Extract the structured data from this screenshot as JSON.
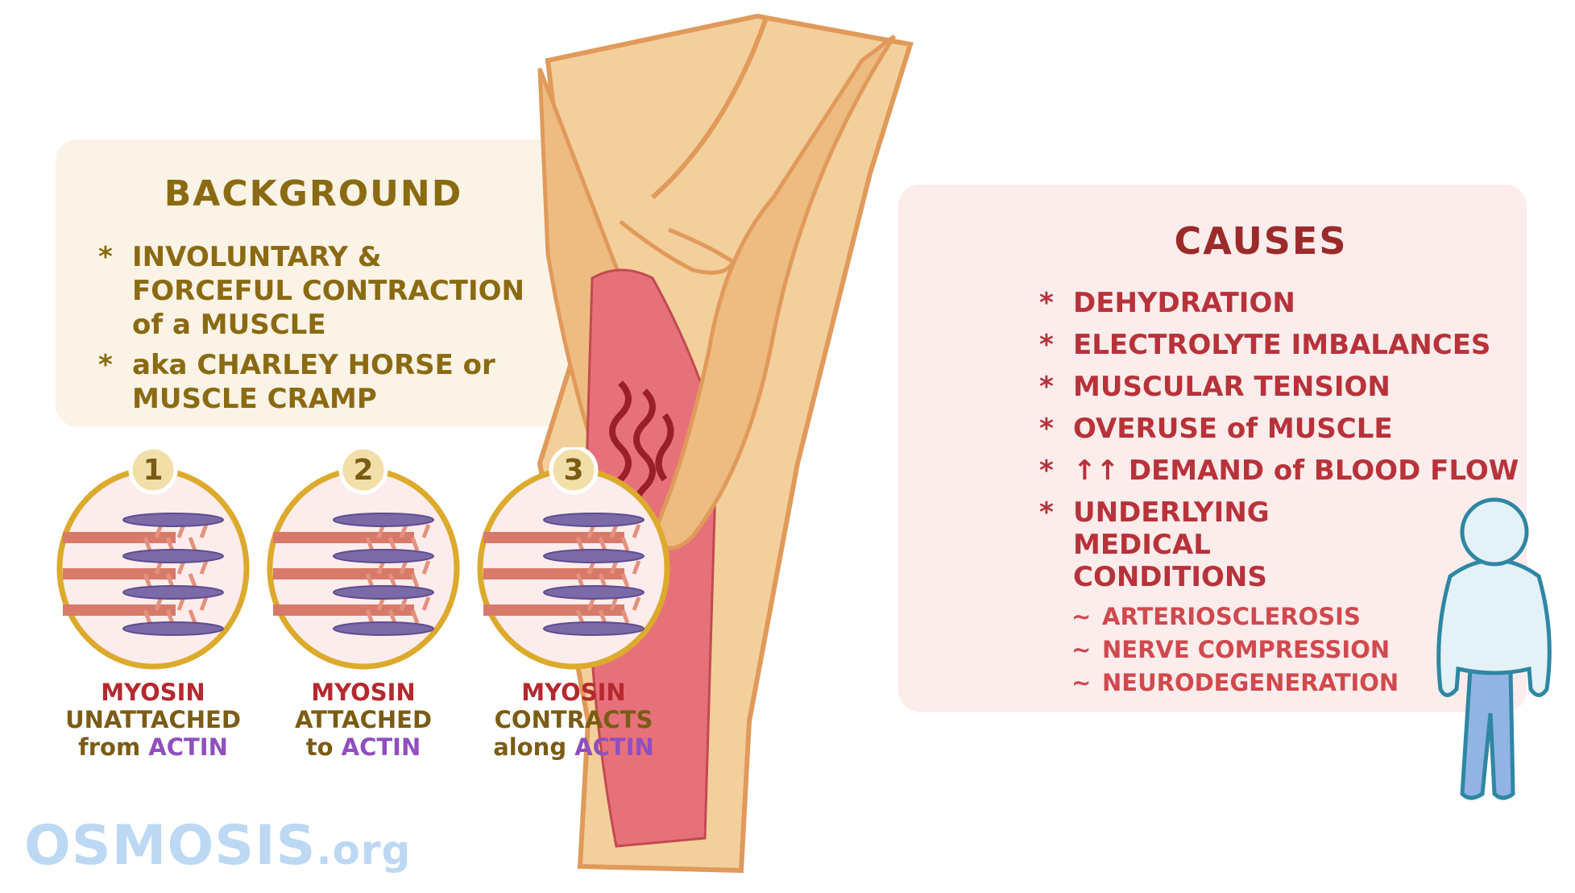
{
  "background": {
    "title": "BACKGROUND",
    "bullet": "*",
    "items": [
      "INVOLUNTARY & FORCEFUL CONTRACTION of a MUSCLE",
      "aka CHARLEY HORSE or MUSCLE CRAMP"
    ]
  },
  "steps": [
    {
      "number": "1",
      "line1": "MYOSIN",
      "line2": "UNATTACHED",
      "line3a": "from",
      "line3b": "ACTIN"
    },
    {
      "number": "2",
      "line1": "MYOSIN",
      "line2": "ATTACHED",
      "line3a": "to",
      "line3b": "ACTIN"
    },
    {
      "number": "3",
      "line1": "MYOSIN",
      "line2": "CONTRACTS",
      "line3a": "along",
      "line3b": "ACTIN"
    }
  ],
  "causes": {
    "title": "CAUSES",
    "bullet": "*",
    "sub_bullet": "~",
    "items": [
      "DEHYDRATION",
      "ELECTROLYTE IMBALANCES",
      "MUSCULAR TENSION",
      "OVERUSE of MUSCLE",
      "↑↑ DEMAND of BLOOD FLOW",
      "UNDERLYING MEDICAL CONDITIONS"
    ],
    "sub_items": [
      "ARTERIOSCLEROSIS",
      "NERVE COMPRESSION",
      "NEURODEGENERATION"
    ]
  },
  "logo": {
    "main": "OSMOSIS",
    "suffix": ".org"
  },
  "colors": {
    "olive": "#7a5c14",
    "red": "#b5282f",
    "purple": "#8f4fc0",
    "gold": "#dcaa2c",
    "skin": "#f3cf9c"
  }
}
